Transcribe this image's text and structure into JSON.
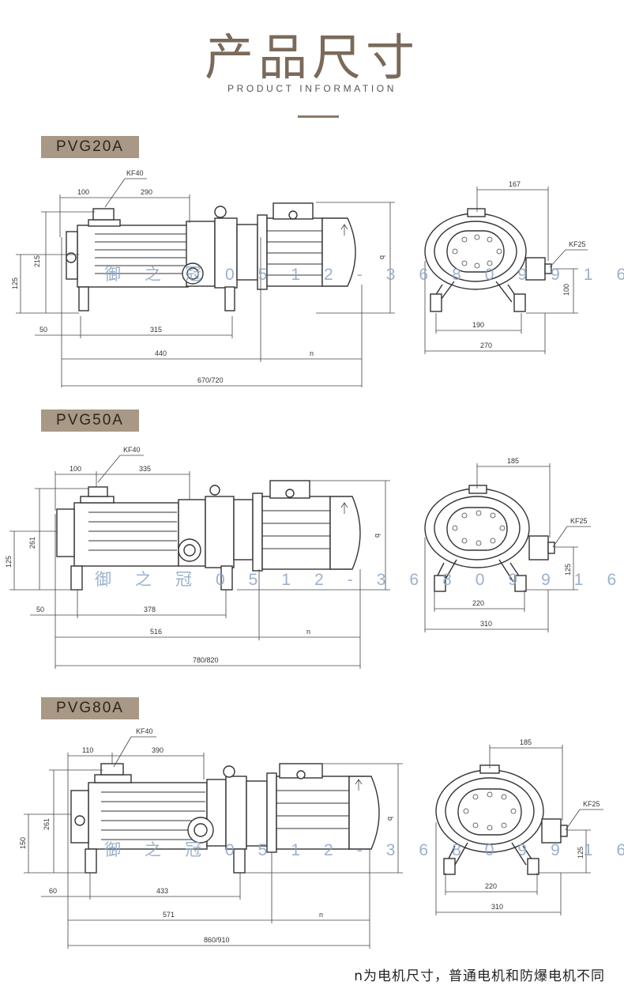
{
  "header": {
    "title": "产品尺寸",
    "subtitle": "PRODUCT INFORMATION"
  },
  "watermark": "御之冠0512-36809916",
  "models": [
    {
      "name": "PVG20A",
      "dims": {
        "kf_top": "KF40",
        "d100": "100",
        "d290": "290",
        "d215": "215",
        "d125": "125",
        "d50": "50",
        "d315": "315",
        "d440": "440",
        "n": "n",
        "total": "670/720",
        "q": "q",
        "side_width": "167",
        "kf_side": "KF25",
        "side_h": "100",
        "foot": "190",
        "side_total": "270"
      }
    },
    {
      "name": "PVG50A",
      "dims": {
        "kf_top": "KF40",
        "d100": "100",
        "d290": "335",
        "d215": "261",
        "d125": "125",
        "d50": "50",
        "d315": "378",
        "d440": "516",
        "n": "n",
        "total": "780/820",
        "q": "q",
        "side_width": "185",
        "kf_side": "KF25",
        "side_h": "125",
        "foot": "220",
        "side_total": "310"
      }
    },
    {
      "name": "PVG80A",
      "dims": {
        "kf_top": "KF40",
        "d100": "110",
        "d290": "390",
        "d215": "261",
        "d125": "150",
        "d50": "60",
        "d315": "433",
        "d440": "571",
        "n": "n",
        "total": "860/910",
        "q": "q",
        "side_width": "185",
        "kf_side": "KF25",
        "side_h": "125",
        "foot": "220",
        "side_total": "310"
      }
    }
  ],
  "footnote": "n为电机尺寸，普通电机和防爆电机不同",
  "colors": {
    "accent": "#a89885",
    "title": "#7a6a5a",
    "watermark": "#8aa4c4"
  }
}
